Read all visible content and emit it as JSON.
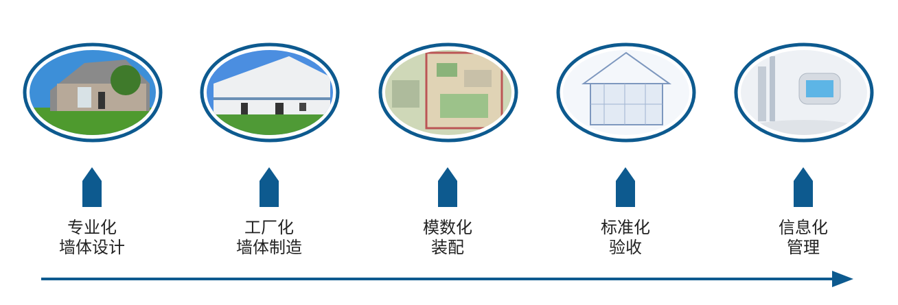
{
  "accent_color": "#0d5a8f",
  "stages": [
    {
      "line1": "专业化",
      "line2": "墙体设计",
      "image": "house-photo"
    },
    {
      "line1": "工厂化",
      "line2": "墙体制造",
      "image": "factory-photo"
    },
    {
      "line1": "模数化",
      "line2": "装配",
      "image": "site-plan-photo"
    },
    {
      "line1": "标准化",
      "line2": "验收",
      "image": "building-sketch"
    },
    {
      "line1": "信息化",
      "line2": "管理",
      "image": "information-city"
    }
  ]
}
